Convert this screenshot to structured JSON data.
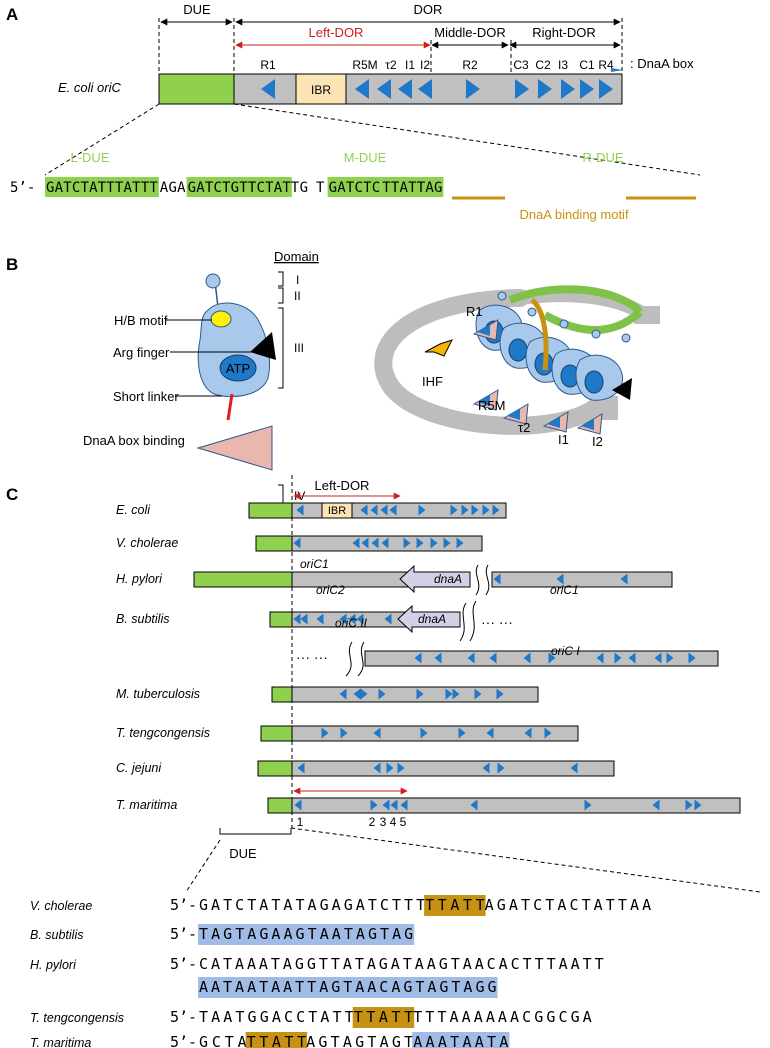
{
  "panels": {
    "a": "A",
    "b": "B",
    "c": "C"
  },
  "colors": {
    "green": "#8fd14f",
    "gray": "#c0c0c0",
    "blue": "#1f78c8",
    "red": "#cc1f1f",
    "gold": "#c9910e",
    "lightblue": "#a8c8ec",
    "beige": "#fbe5b5",
    "pink": "#eab7ae",
    "motifBg": "#c69214",
    "seqBlue": "#9fbbe6"
  },
  "panelA": {
    "due": "DUE",
    "dor": "DOR",
    "leftDor": "Left-DOR",
    "middleDor": "Middle-DOR",
    "rightDor": "Right-DOR",
    "dnaaBox": ": DnaA box",
    "organism": "E. coli oriC",
    "boxes": [
      "R1",
      "IBR",
      "R5M",
      "τ2",
      "I1",
      "I2",
      "R2",
      "C3",
      "C2",
      "I3",
      "C1",
      "R4"
    ],
    "lDue": "L-DUE",
    "mDue": "M-DUE",
    "rDue": "R-DUE",
    "prefix": "5’-",
    "seq1": "GATCTATTTATTT",
    "seq2": "AGA",
    "seq3": "GATCTGTTCTAT",
    "seq4": "TG",
    "seq5": "T",
    "seq6": "GATCTC",
    "seq7": "TTATTAG",
    "motifLabel": "DnaA binding motif"
  },
  "panelB": {
    "domainHeader": "Domain",
    "domains": [
      "I",
      "II",
      "III",
      "IV"
    ],
    "labels": {
      "hb": "H/B motif",
      "arg": "Arg finger",
      "atp": "ATP",
      "linker": "Short linker",
      "boxBinding": "DnaA box binding"
    },
    "complex": {
      "r1": "R1",
      "ihf": "IHF",
      "r5m": "R5M",
      "t2": "τ2",
      "i1": "I1",
      "i2": "I2"
    }
  },
  "panelC": {
    "leftDor": "Left-DOR",
    "ibr": "IBR",
    "organisms": [
      "E. coli",
      "V. cholerae",
      "H. pylori",
      "B. subtilis",
      "M. tuberculosis",
      "T. tengcongensis",
      "C. jejuni",
      "T. maritima"
    ],
    "oriC1a": "oriC1",
    "oriC2": "oriC2",
    "oriC1b": "oriC1",
    "oriCII": "oriC II",
    "oriCI": "oriC I",
    "dnaA": "dnaA",
    "dots": "··· ···",
    "dots2": "··· ···",
    "tmNums": [
      "1",
      "2",
      "3",
      "4",
      "5"
    ],
    "due": "DUE"
  },
  "sequences": [
    {
      "org": "V. cholerae",
      "prefix": "5’-",
      "parts": [
        [
          "GATCTATATAGAGATCTTT",
          ""
        ],
        [
          "TTATT",
          "gold"
        ],
        [
          "AGATCTACTATTAA",
          ""
        ]
      ]
    },
    {
      "org": "B. subtilis",
      "prefix": "5’-",
      "parts": [
        [
          "TAGTAGAAGTAATAGTAG",
          "blue"
        ]
      ]
    },
    {
      "org": "H. pylori",
      "prefix": "5’-",
      "parts": [
        [
          "CATAAATAGGTTATAGATAAGTAACACTTTAATT",
          ""
        ]
      ]
    },
    {
      "org": "",
      "prefix": "",
      "parts": [
        [
          "AATAATAATTAGTAACAGTAGTAGG",
          "blue"
        ]
      ]
    },
    {
      "org": "T. tengcongensis",
      "prefix": "5’-",
      "parts": [
        [
          "TAATGGACCTATT",
          ""
        ],
        [
          "TTATT",
          "gold"
        ],
        [
          "TTTAAAAAACGGCGA",
          ""
        ]
      ]
    },
    {
      "org": "T. maritima",
      "prefix": "5’-",
      "parts": [
        [
          "GCTA",
          ""
        ],
        [
          "TTATT",
          "gold"
        ],
        [
          "AGTAGTAGT",
          ""
        ],
        [
          "AAATAATA",
          "blue"
        ]
      ]
    }
  ]
}
